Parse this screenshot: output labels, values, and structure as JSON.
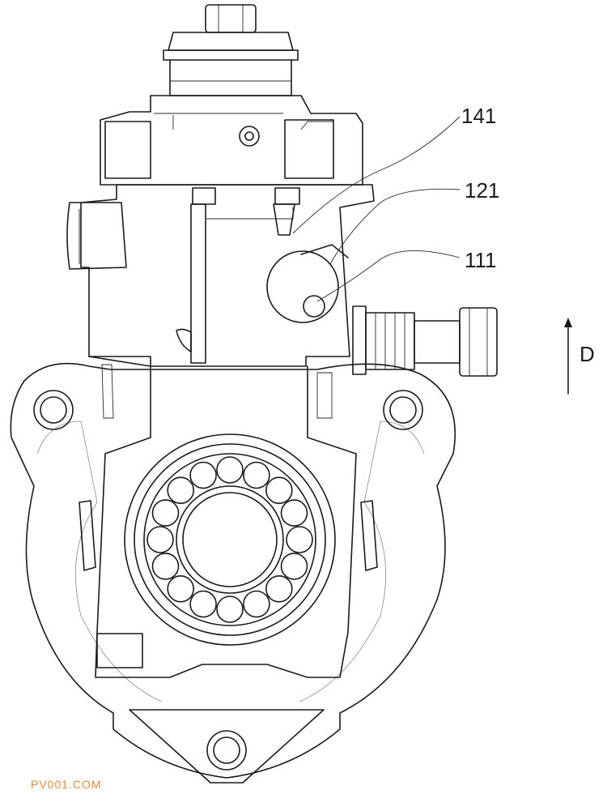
{
  "labels": {
    "ref_141": "141",
    "ref_121": "121",
    "ref_111": "111",
    "direction": "D"
  },
  "watermark": "PV001.COM",
  "colors": {
    "line": "#1a1a1a",
    "watermark": "#e08a3a",
    "background": "#ffffff"
  }
}
